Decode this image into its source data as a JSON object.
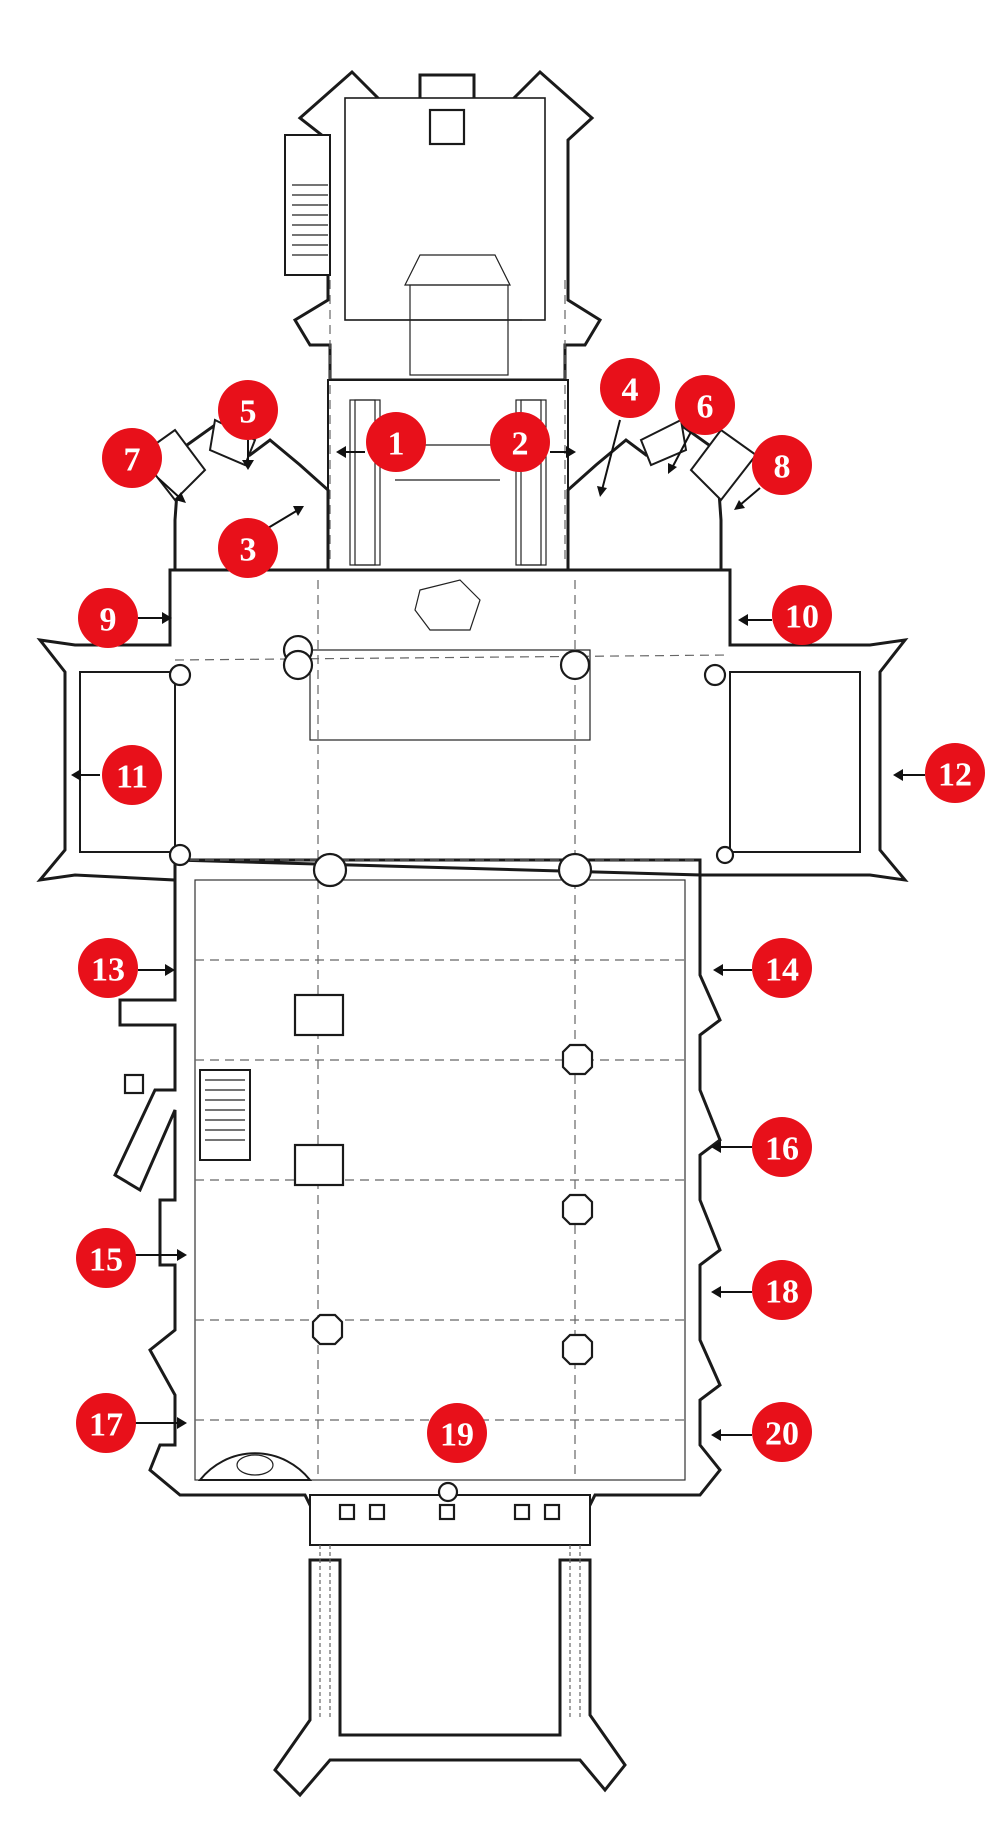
{
  "diagram": {
    "colors": {
      "marker_fill": "#e8101a",
      "marker_text": "#ffffff",
      "wall_stroke": "#1a1a1a",
      "background": "#ffffff"
    },
    "markers": [
      {
        "id": 1,
        "label": "1"
      },
      {
        "id": 2,
        "label": "2"
      },
      {
        "id": 3,
        "label": "3"
      },
      {
        "id": 4,
        "label": "4"
      },
      {
        "id": 5,
        "label": "5"
      },
      {
        "id": 6,
        "label": "6"
      },
      {
        "id": 7,
        "label": "7"
      },
      {
        "id": 8,
        "label": "8"
      },
      {
        "id": 9,
        "label": "9"
      },
      {
        "id": 10,
        "label": "10"
      },
      {
        "id": 11,
        "label": "11"
      },
      {
        "id": 12,
        "label": "12"
      },
      {
        "id": 13,
        "label": "13"
      },
      {
        "id": 14,
        "label": "14"
      },
      {
        "id": 15,
        "label": "15"
      },
      {
        "id": 16,
        "label": "16"
      },
      {
        "id": 17,
        "label": "17"
      },
      {
        "id": 18,
        "label": "18"
      },
      {
        "id": 19,
        "label": "19"
      },
      {
        "id": 20,
        "label": "20"
      }
    ]
  }
}
